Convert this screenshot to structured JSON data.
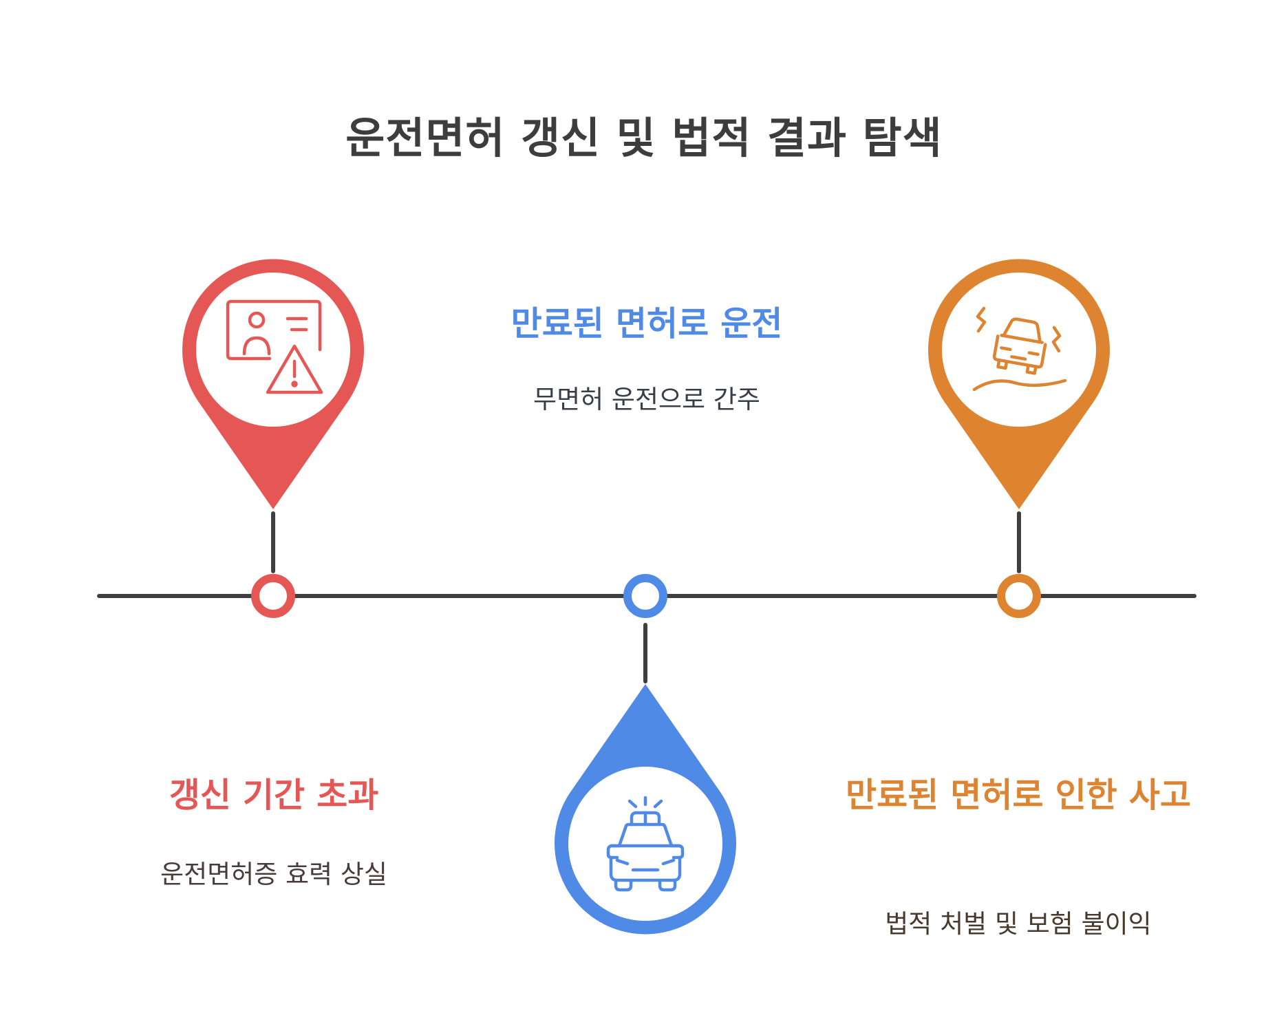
{
  "title": "운전면허 갱신 및 법적 결과 탐색",
  "colors": {
    "red": "#e45754",
    "blue": "#4e8ae6",
    "orange": "#de8330",
    "line": "#3f3f3f",
    "title": "#3d3d3d"
  },
  "steps": [
    {
      "title": "갱신 기간 초과",
      "description": "운전면허증 효력 상실",
      "icon": "license-warning-icon",
      "color": "red"
    },
    {
      "title": "만료된 면허로 운전",
      "description": "무면허 운전으로 간주",
      "icon": "police-car-icon",
      "color": "blue"
    },
    {
      "title": "만료된 면허로 인한 사고",
      "description": "법적 처벌 및 보험 불이익",
      "icon": "car-skid-icon",
      "color": "orange"
    }
  ]
}
